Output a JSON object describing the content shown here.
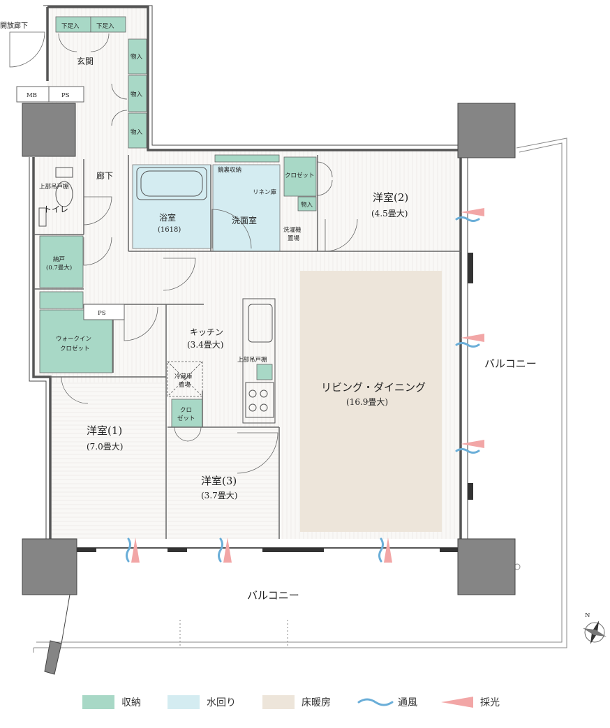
{
  "rooms": {
    "open_corridor": "開放廊下",
    "entrance": "玄関",
    "shoe_1": "下足入",
    "shoe_2": "下足入",
    "storage_1": "物入",
    "storage_2": "物入",
    "storage_3": "物入",
    "storage_4": "物入",
    "mb": "MB",
    "ps_1": "PS",
    "ps_2": "PS",
    "hallway": "廊下",
    "upper_cabinet_1": "上部吊戸棚",
    "upper_cabinet_2": "上部吊戸棚",
    "toilet": "トイレ",
    "bath": "浴室",
    "bath_size": "(1618)",
    "mirror_storage": "鏡裏収納",
    "closet_1": "クロゼット",
    "linen": "リネン庫",
    "washroom": "洗面室",
    "washer_1": "洗濯機",
    "washer_2": "置場",
    "western_2": "洋室(2)",
    "western_2_size": "(4.5畳大)",
    "nando": "納戸",
    "nando_size": "(0.7畳大)",
    "wic_1": "ウォークイン",
    "wic_2": "クロゼット",
    "kitchen": "キッチン",
    "kitchen_size": "(3.4畳大)",
    "fridge_1": "冷蔵庫",
    "fridge_2": "置場",
    "closet_2a": "クロ",
    "closet_2b": "ゼット",
    "living": "リビング・ダイニング",
    "living_size": "(16.9畳大)",
    "western_1": "洋室(1)",
    "western_1_size": "(7.0畳大)",
    "western_3": "洋室(3)",
    "western_3_size": "(3.7畳大)",
    "balcony_east": "バルコニー",
    "balcony_south": "バルコニー",
    "compass_n": "N"
  },
  "legend": [
    {
      "label": "収納",
      "color": "#a8d8c6"
    },
    {
      "label": "水回り",
      "color": "#d4ecf1"
    },
    {
      "label": "床暖房",
      "color": "#ede5da"
    },
    {
      "label": "通風",
      "color": "#6aaed8"
    },
    {
      "label": "採光",
      "color": "#f2a6a6"
    }
  ]
}
